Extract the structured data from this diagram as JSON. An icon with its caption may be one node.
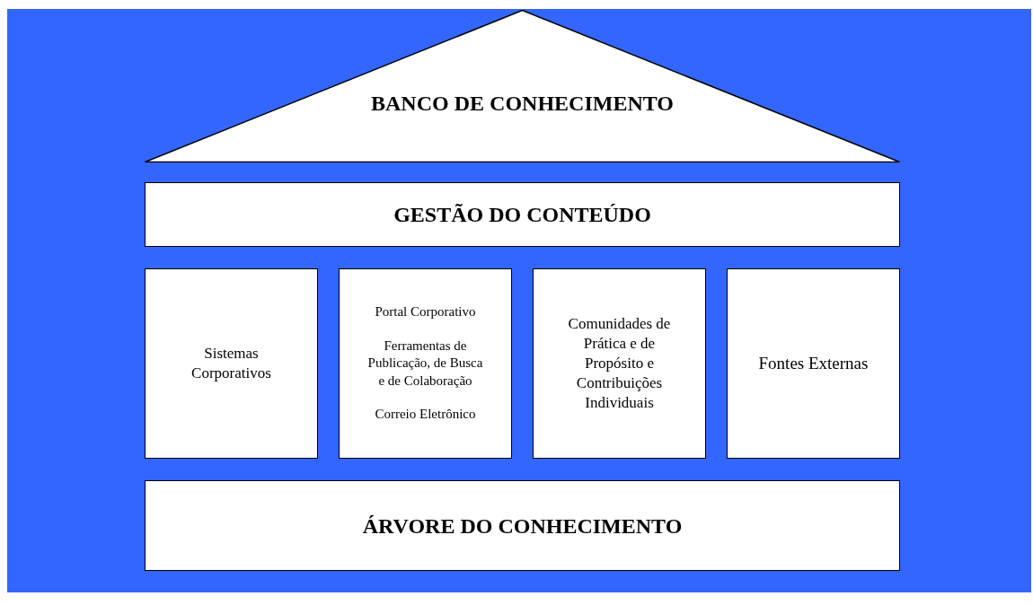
{
  "diagram": {
    "nodes": [
      {
        "text": [
          "BANCO DE CONHECIMENTO"
        ]
      },
      {
        "text": [
          "GESTÃO DO CONTEÚDO"
        ]
      },
      {
        "text": [
          "Sistemas Corporativos"
        ]
      },
      {
        "text": [
          "Portal Corporativo",
          "Ferramentas de Publicação, de Busca e de Colaboração",
          "Correio Eletrônico"
        ]
      },
      {
        "text": [
          "Comunidades de Prática e de Propósito e Contribuições Individuais"
        ]
      },
      {
        "text": [
          "Fontes Externas"
        ]
      },
      {
        "text": [
          "ÁRVORE DO CONHECIMENTO"
        ]
      }
    ]
  }
}
